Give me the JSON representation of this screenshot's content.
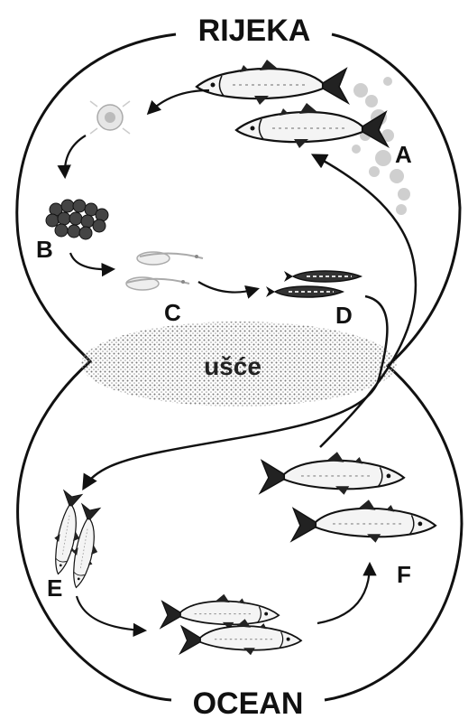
{
  "title_top": "RIJEKA",
  "title_bottom": "OCEAN",
  "zone_label": "ušće",
  "stages": {
    "a": "A",
    "b": "B",
    "c": "C",
    "d": "D",
    "e": "E",
    "f": "F"
  },
  "colors": {
    "outline": "#111111",
    "fish_body": "#f2f2f2",
    "egg": "#444444",
    "estuary_dots": "#777777"
  }
}
